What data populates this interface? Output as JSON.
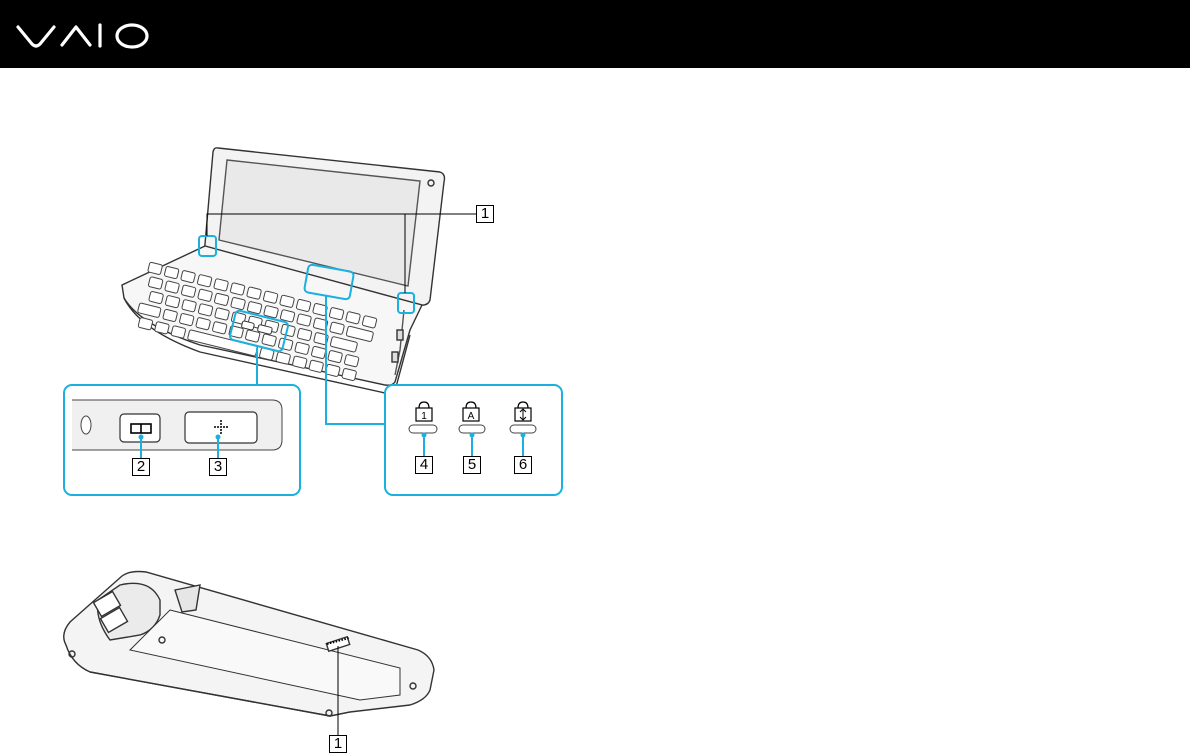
{
  "header": {
    "brand": "VAIO"
  },
  "figure": {
    "callouts": {
      "top_speakers": "1",
      "left_button": "2",
      "right_button": "3",
      "num_lock": "4",
      "caps_lock": "5",
      "scroll_lock": "6",
      "bottom_speaker": "1"
    }
  }
}
